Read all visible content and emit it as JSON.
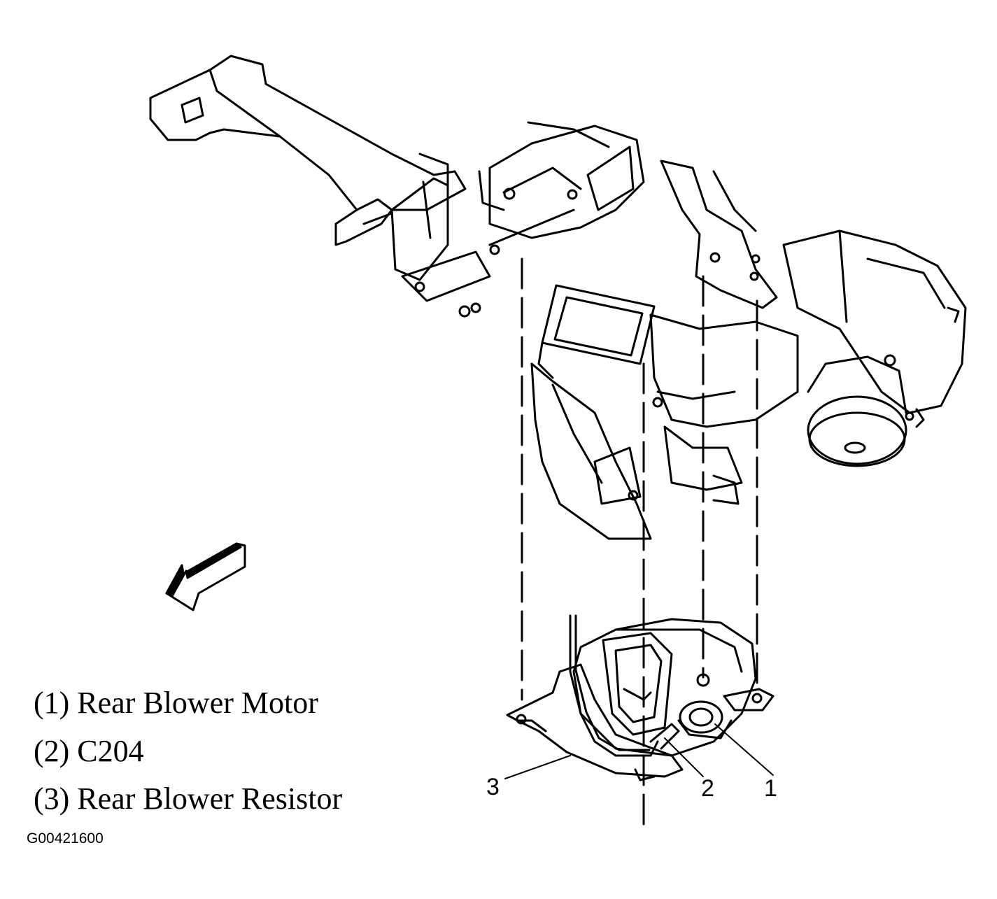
{
  "legend": [
    {
      "number": "(1)",
      "text": "Rear Blower Motor",
      "full": "(1) Rear Blower Motor"
    },
    {
      "number": "(2)",
      "text": "C204",
      "full": "(2) C204"
    },
    {
      "number": "(3)",
      "text": "Rear Blower Resistor",
      "full": "(3) Rear Blower Resistor"
    }
  ],
  "callouts": {
    "one": "1",
    "two": "2",
    "three": "3"
  },
  "figure_id": "G00421600",
  "icons": {
    "direction_arrow": "forward-direction-arrow-icon"
  },
  "colors": {
    "ink": "#000000",
    "paper": "#ffffff"
  }
}
